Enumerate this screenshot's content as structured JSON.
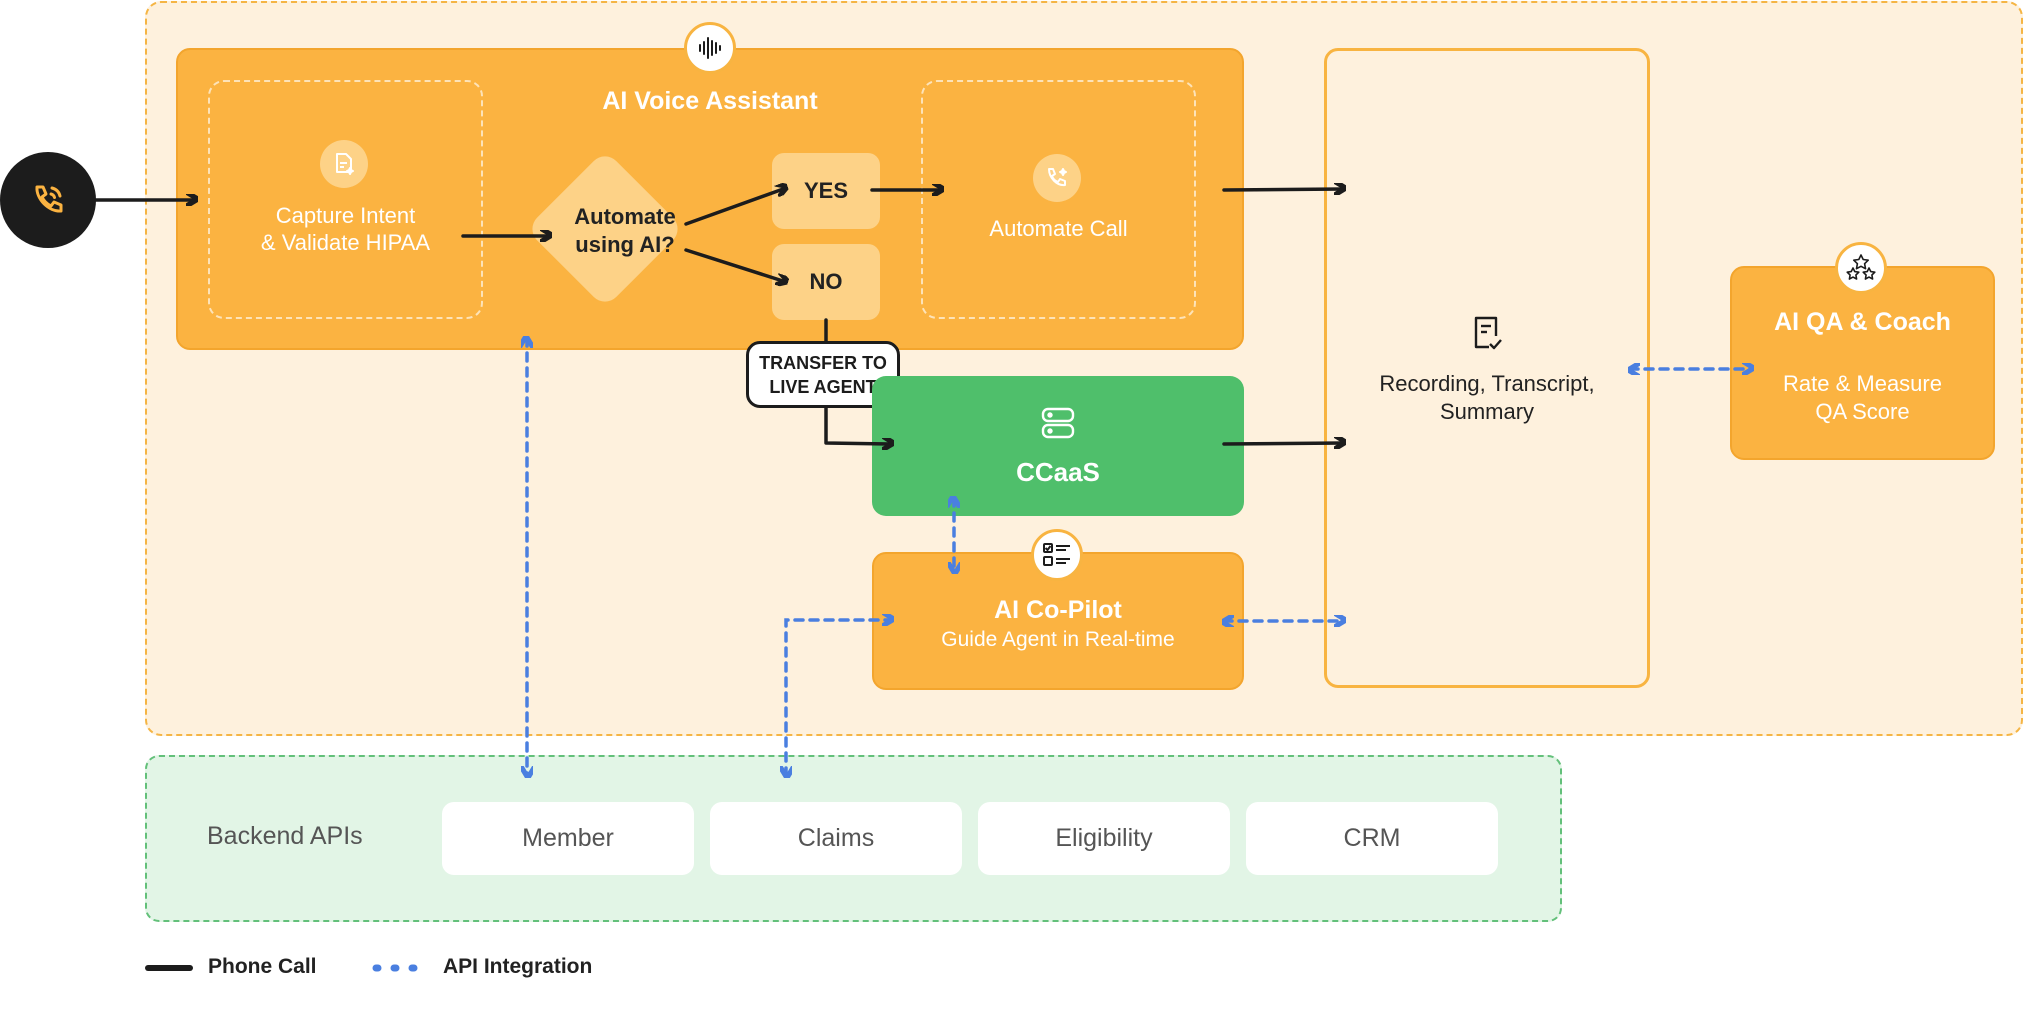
{
  "colors": {
    "orange": "#fbb341",
    "light_orange": "#fdd287",
    "bg_orange": "#fef1dd",
    "green": "#4fbf6b",
    "bg_green": "#e2f5e6",
    "dark": "#1c1c1c",
    "api_blue": "#4a7fe0"
  },
  "voice_assistant": {
    "title": "AI Voice Assistant",
    "icon": "waveform-icon",
    "capture": {
      "line1": "Capture Intent",
      "line2": "& Validate HIPAA",
      "icon": "document-sparkle-icon"
    },
    "decision": {
      "line1": "Automate",
      "line2": "using AI?"
    },
    "yes_label": "YES",
    "no_label": "NO",
    "automate": {
      "label": "Automate Call",
      "icon": "phone-sparkle-icon"
    }
  },
  "transfer": {
    "line1": "TRANSFER TO",
    "line2": "LIVE AGENT"
  },
  "ccaas": {
    "label": "CCaaS",
    "icon": "server-icon"
  },
  "copilot": {
    "title": "AI Co-Pilot",
    "subtitle": "Guide Agent in Real-time",
    "icon": "checklist-icon"
  },
  "recording": {
    "line1": "Recording, Transcript,",
    "line2": "Summary",
    "icon": "document-check-icon"
  },
  "qa": {
    "title": "AI QA & Coach",
    "line1": "Rate & Measure",
    "line2": "QA Score",
    "icon": "stars-icon"
  },
  "backend": {
    "label": "Backend APIs",
    "apis": [
      "Member",
      "Claims",
      "Eligibility",
      "CRM"
    ]
  },
  "legend": {
    "phone_call": "Phone Call",
    "api_integration": "API Integration"
  },
  "phone_icon": "phone-incoming-icon"
}
